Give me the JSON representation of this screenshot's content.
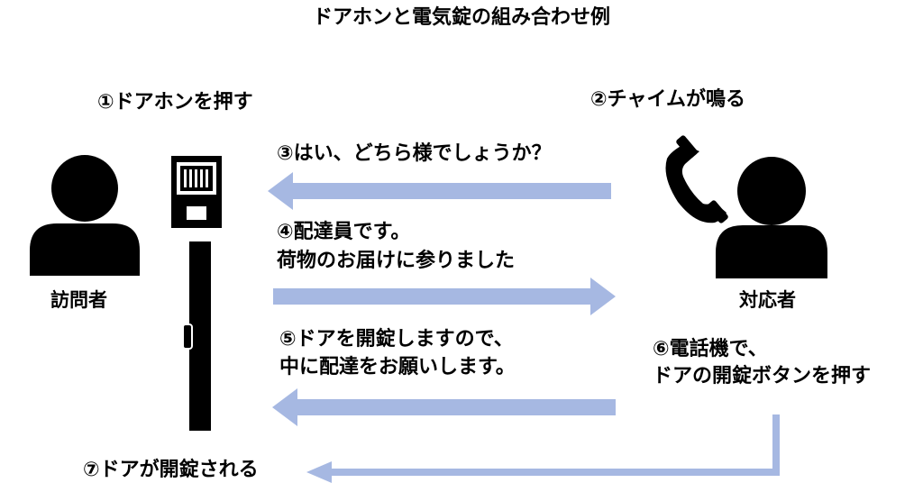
{
  "title": "ドアホンと電気錠の組み合わせ例",
  "steps": {
    "step1": "①ドアホンを押す",
    "step2": "②チャイムが鳴る",
    "step3": "③はい、どちら様でしょうか？",
    "step4_line1": "④配達員です。",
    "step4_line2": "荷物のお届けに参りました",
    "step5_line1": "⑤ドアを開錠しますので、",
    "step5_line2": "中に配達をお願いします。",
    "step6_line1": "⑥電話機で、",
    "step6_line2": "ドアの開錠ボタンを押す",
    "step7": "⑦ドアが開錠される"
  },
  "actors": {
    "visitor": "訪問者",
    "responder": "対応者"
  },
  "icons": {
    "visitor": "person-icon",
    "responder": "person-icon",
    "phone": "telephone-handset-icon",
    "doorphone": "intercom-icon",
    "door": "door-icon"
  },
  "colors": {
    "arrow": "#a6b8e2",
    "ink": "#000000"
  }
}
